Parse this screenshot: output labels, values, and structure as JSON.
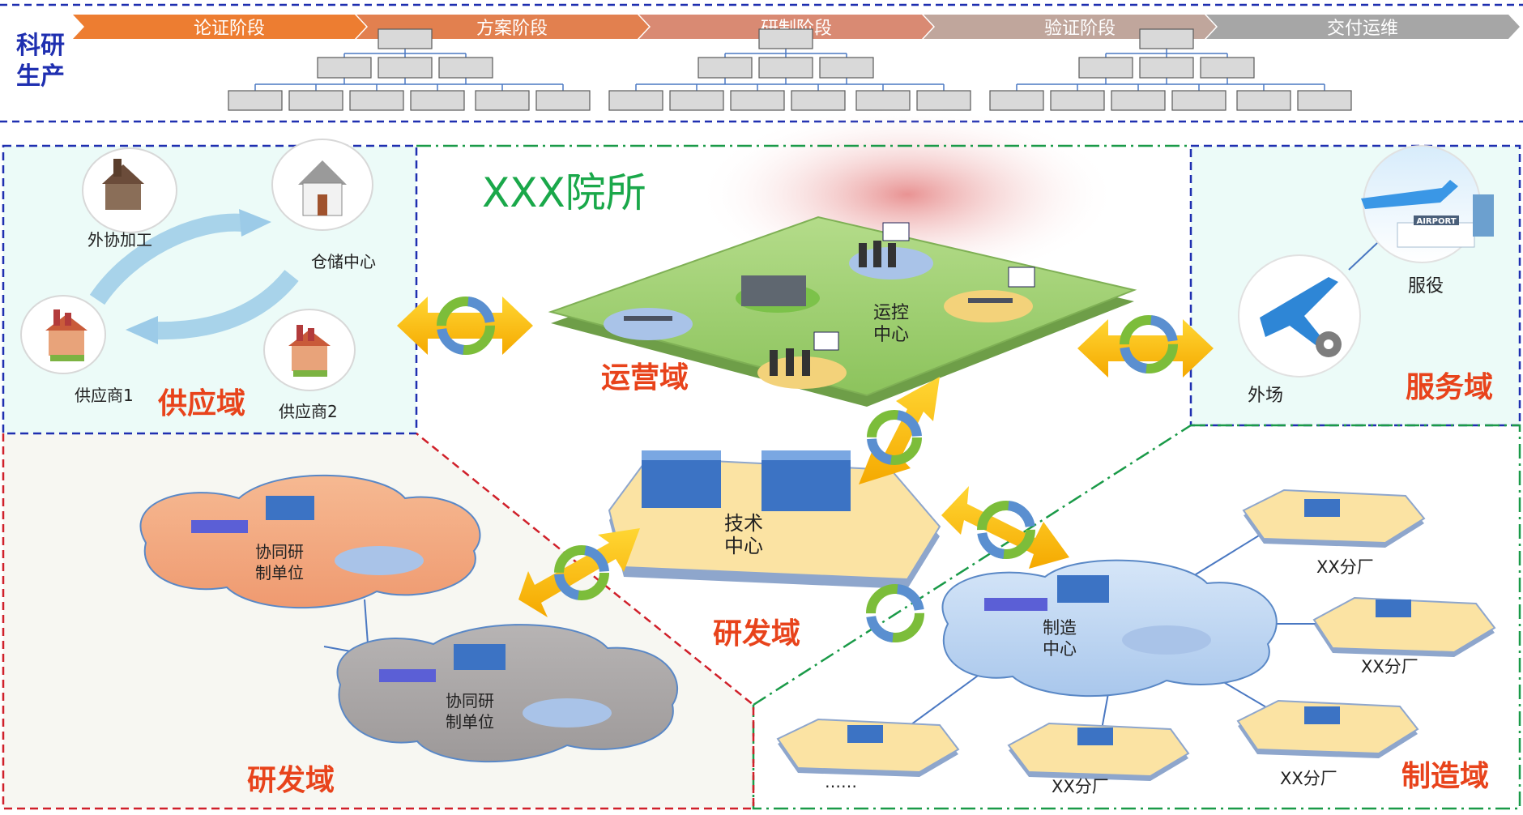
{
  "header": {
    "side_label_line1": "科研",
    "side_label_line2": "生产",
    "stages": [
      {
        "label": "论证阶段",
        "color": "#ED7D31"
      },
      {
        "label": "方案阶段",
        "color": "#E2804F"
      },
      {
        "label": "研制阶段",
        "color": "#D98A73"
      },
      {
        "label": "验证阶段",
        "color": "#C0A69C"
      },
      {
        "label": "交付运维",
        "color": "#A6A6A6"
      }
    ]
  },
  "institute_title": "XXX院所",
  "domains": {
    "supply": {
      "label": "供应域",
      "nodes": {
        "outsourcing": "外协加工",
        "warehouse": "仓储中心",
        "supplier1": "供应商1",
        "supplier2": "供应商2"
      }
    },
    "operation": {
      "label": "运营域",
      "center_line1": "运控",
      "center_line2": "中心"
    },
    "service": {
      "label": "服务域",
      "field": "外场",
      "in_service": "服役",
      "airport_sign": "AIRPORT"
    },
    "rd": {
      "label": "研发域",
      "center_line1": "技术",
      "center_line2": "中心"
    },
    "rd_collab": {
      "label": "研发域",
      "unit1_line1": "协同研",
      "unit1_line2": "制单位",
      "unit2_line1": "协同研",
      "unit2_line2": "制单位"
    },
    "manufacturing": {
      "label": "制造域",
      "center_line1": "制造",
      "center_line2": "中心",
      "branches": [
        "XX分厂",
        "XX分厂",
        "XX分厂",
        "XX分厂",
        "……"
      ]
    }
  },
  "colors": {
    "domain_label": "#E8431B",
    "institute_title": "#1AA84A",
    "blue_border": "#1F2FB0",
    "green_border": "#1A9A48",
    "red_border": "#D0202A",
    "side_label": "#1F2FB0"
  }
}
